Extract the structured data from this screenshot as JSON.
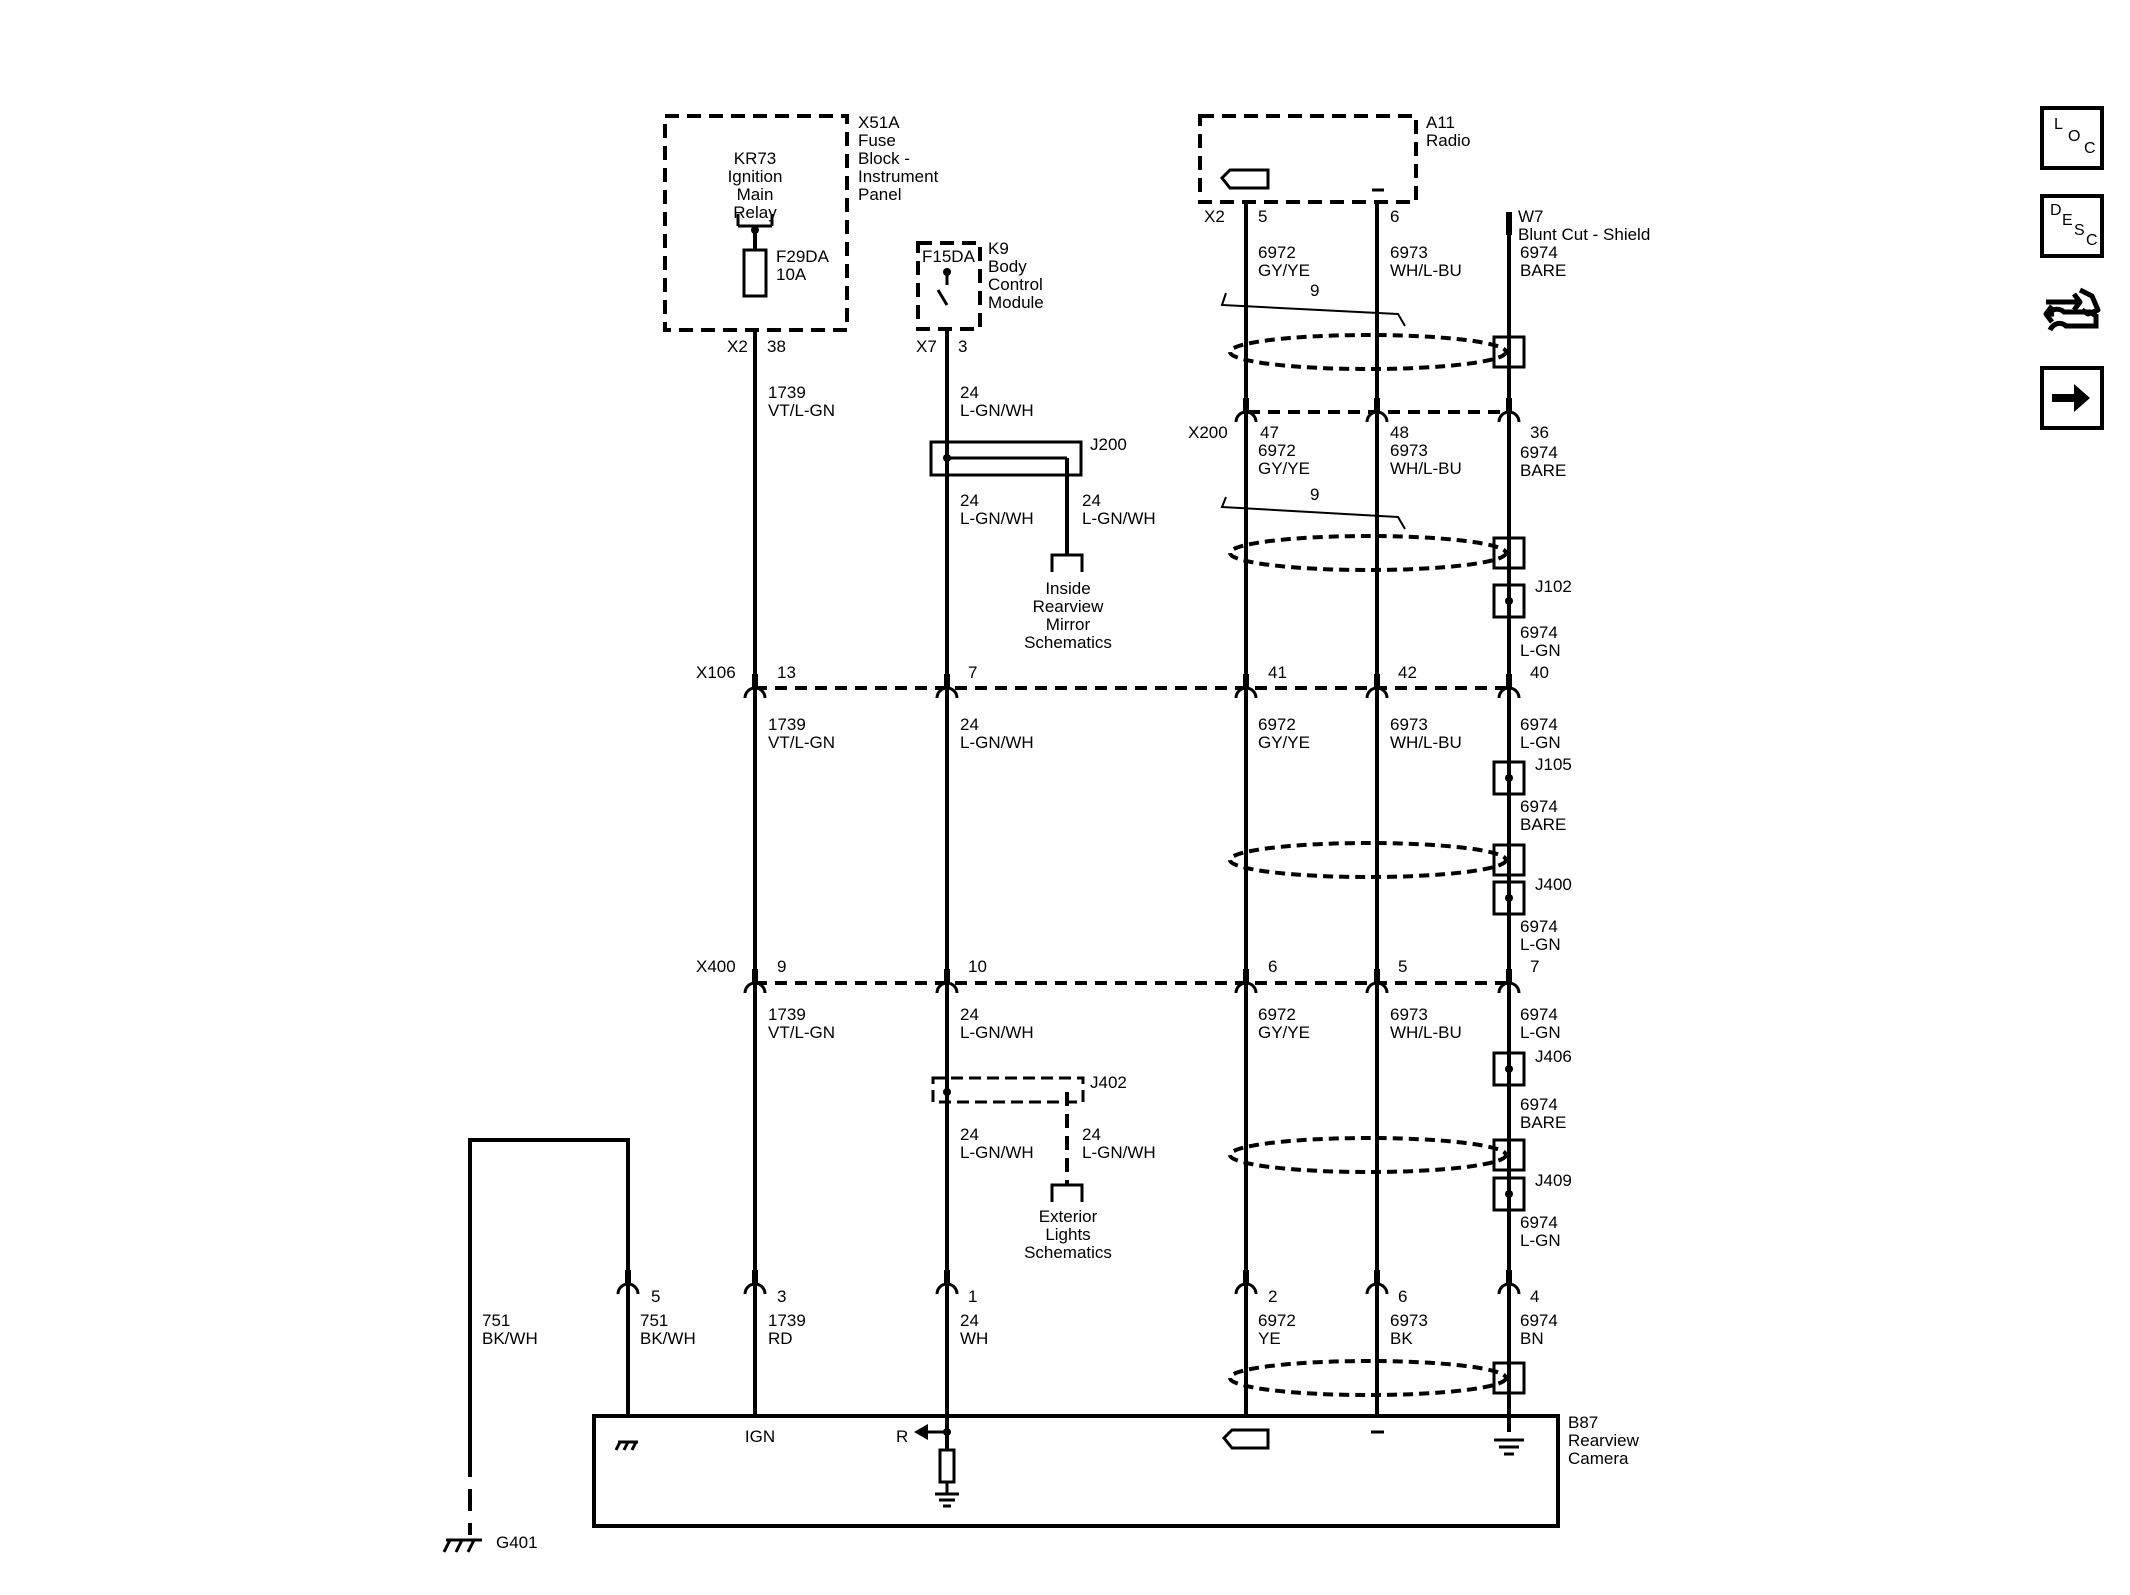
{
  "components": {
    "x51a": [
      "X51A",
      "Fuse",
      "Block -",
      "Instrument",
      "Panel"
    ],
    "kr73": [
      "KR73",
      "Ignition",
      "Main",
      "Relay"
    ],
    "f29da": [
      "F29DA",
      "10A"
    ],
    "k9": [
      "K9",
      "Body",
      "Control",
      "Module"
    ],
    "f15da": "F15DA",
    "a11": [
      "A11",
      "Radio"
    ],
    "w7": [
      "W7",
      "Blunt Cut - Shield"
    ],
    "b87": [
      "B87",
      "Rearview",
      "Camera"
    ],
    "g401": "G401"
  },
  "connectors": {
    "x2_a": "X2",
    "pin38": "38",
    "x7": "X7",
    "pin3": "3",
    "x2_b": "X2",
    "pin5": "5",
    "pin6": "6",
    "x200": "X200",
    "x200_pins": [
      "47",
      "48",
      "36"
    ],
    "x106": "X106",
    "x106_pins": [
      "13",
      "7",
      "41",
      "42",
      "40"
    ],
    "x400": "X400",
    "x400_pins": [
      "9",
      "10",
      "6",
      "5",
      "7"
    ],
    "b87_pins": [
      "5",
      "3",
      "1",
      "2",
      "6",
      "4"
    ]
  },
  "splices": {
    "j200": "J200",
    "j102": "J102",
    "j105": "J105",
    "j400": "J400",
    "j402": "J402",
    "j406": "J406",
    "j409": "J409"
  },
  "twist_labels": [
    "9",
    "9"
  ],
  "wires": {
    "ign_top": [
      "1739",
      "VT/L-GN"
    ],
    "ign_mid": [
      "1739",
      "VT/L-GN"
    ],
    "ign_low": [
      "1739",
      "VT/L-GN"
    ],
    "ign_end": [
      "1739",
      "RD"
    ],
    "rev_top": [
      "24",
      "L-GN/WH"
    ],
    "rev_j200": [
      "24",
      "L-GN/WH"
    ],
    "rev_j200_branch": [
      "24",
      "L-GN/WH"
    ],
    "rev_mid": [
      "24",
      "L-GN/WH"
    ],
    "rev_low": [
      "24",
      "L-GN/WH"
    ],
    "rev_j402": [
      "24",
      "L-GN/WH"
    ],
    "rev_j402_branch": [
      "24",
      "L-GN/WH"
    ],
    "rev_end": [
      "24",
      "WH"
    ],
    "gnd_left": [
      "751",
      "BK/WH"
    ],
    "gnd_right": [
      "751",
      "BK/WH"
    ],
    "vidp_1": [
      "6972",
      "GY/YE"
    ],
    "vidp_2": [
      "6972",
      "GY/YE"
    ],
    "vidp_3": [
      "6972",
      "GY/YE"
    ],
    "vidp_4": [
      "6972",
      "GY/YE"
    ],
    "vidp_end": [
      "6972",
      "YE"
    ],
    "vidn_1": [
      "6973",
      "WH/L-BU"
    ],
    "vidn_2": [
      "6973",
      "WH/L-BU"
    ],
    "vidn_3": [
      "6973",
      "WH/L-BU"
    ],
    "vidn_4": [
      "6973",
      "WH/L-BU"
    ],
    "vidn_end": [
      "6973",
      "BK"
    ],
    "sh_1": [
      "6974",
      "BARE"
    ],
    "sh_2": [
      "6974",
      "BARE"
    ],
    "sh_3": [
      "6974",
      "L-GN"
    ],
    "sh_4": [
      "6974",
      "L-GN"
    ],
    "sh_5": [
      "6974",
      "BARE"
    ],
    "sh_6": [
      "6974",
      "L-GN"
    ],
    "sh_7": [
      "6974",
      "L-GN"
    ],
    "sh_8": [
      "6974",
      "BARE"
    ],
    "sh_9": [
      "6974",
      "L-GN"
    ],
    "sh_end": [
      "6974",
      "BN"
    ]
  },
  "references": {
    "mirror": [
      "Inside",
      "Rearview",
      "Mirror",
      "Schematics"
    ],
    "exterior": [
      "Exterior",
      "Lights",
      "Schematics"
    ]
  },
  "camera_terminals": {
    "ign": "IGN",
    "reverse": "R"
  },
  "side_buttons": {
    "loc": [
      "L",
      "O",
      "C"
    ],
    "desc": [
      "D",
      "E",
      "S",
      "C"
    ],
    "connector_icon": "connector-tool-icon",
    "next_icon": "arrow-right-icon"
  }
}
